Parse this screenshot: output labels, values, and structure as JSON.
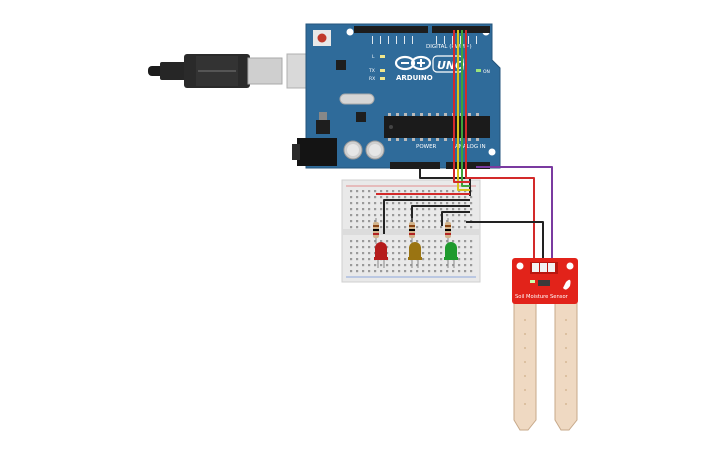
{
  "board": {
    "brand": "ARDUINO",
    "model": "UNO",
    "digital_header": "DIGITAL (PWM~)",
    "analog_header": "ANALOG IN",
    "power_header": "POWER",
    "on_label": "ON",
    "l_label": "L",
    "tx_label": "TX",
    "rx_label": "RX"
  },
  "sensor": {
    "label": "Soil Moisture Sensor"
  },
  "leds": [
    {
      "name": "red",
      "color": "#b51c1c"
    },
    {
      "name": "yellow",
      "color": "#9a7412"
    },
    {
      "name": "green",
      "color": "#1f9a2e"
    }
  ],
  "colors": {
    "board": "#2f6b9a",
    "wire_red": "#d32a2a",
    "wire_yellow": "#d8c21a",
    "wire_green": "#3ea33a",
    "wire_purple": "#7a3aa0",
    "wire_black": "#222222",
    "sensor": "#e2231a"
  }
}
